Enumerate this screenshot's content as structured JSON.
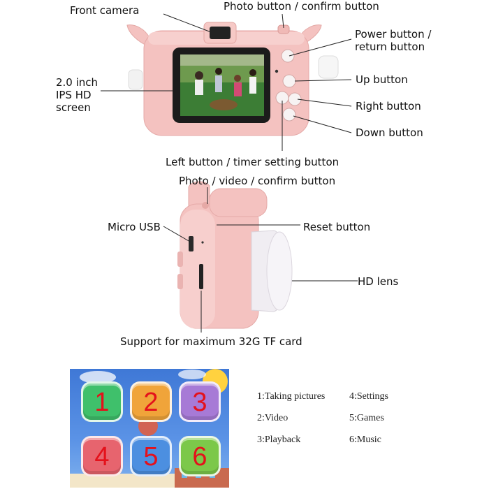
{
  "callouts_top": {
    "front_camera": "Front camera",
    "photo_confirm": "Photo button / confirm button",
    "power_return_1": "Power button /",
    "power_return_2": "return button",
    "up": "Up button",
    "right": "Right button",
    "down": "Down button",
    "left_timer": "Left button / timer setting button",
    "screen_1": "2.0 inch",
    "screen_2": "IPS HD",
    "screen_3": "screen"
  },
  "callouts_side": {
    "photo_video_confirm": "Photo / video / confirm button",
    "micro_usb": "Micro USB",
    "reset": "Reset button",
    "hd_lens": "HD lens",
    "tf_card": "Support for maximum 32G TF card"
  },
  "menu_icons": [
    {
      "number": "1",
      "color": "#3fc06b"
    },
    {
      "number": "2",
      "color": "#f0a43a"
    },
    {
      "number": "3",
      "color": "#a77ad6"
    },
    {
      "number": "4",
      "color": "#e7646e"
    },
    {
      "number": "5",
      "color": "#4c8fe0"
    },
    {
      "number": "6",
      "color": "#7cc84a"
    }
  ],
  "legend": [
    "1:Taking pictures",
    "2:Video",
    "3:Playback",
    "4:Settings",
    "5:Games",
    "6:Music"
  ],
  "colors": {
    "body_pink": "#f4c2c0",
    "body_shadow": "#e9a9a7",
    "lens_white": "#f3f0f4"
  }
}
